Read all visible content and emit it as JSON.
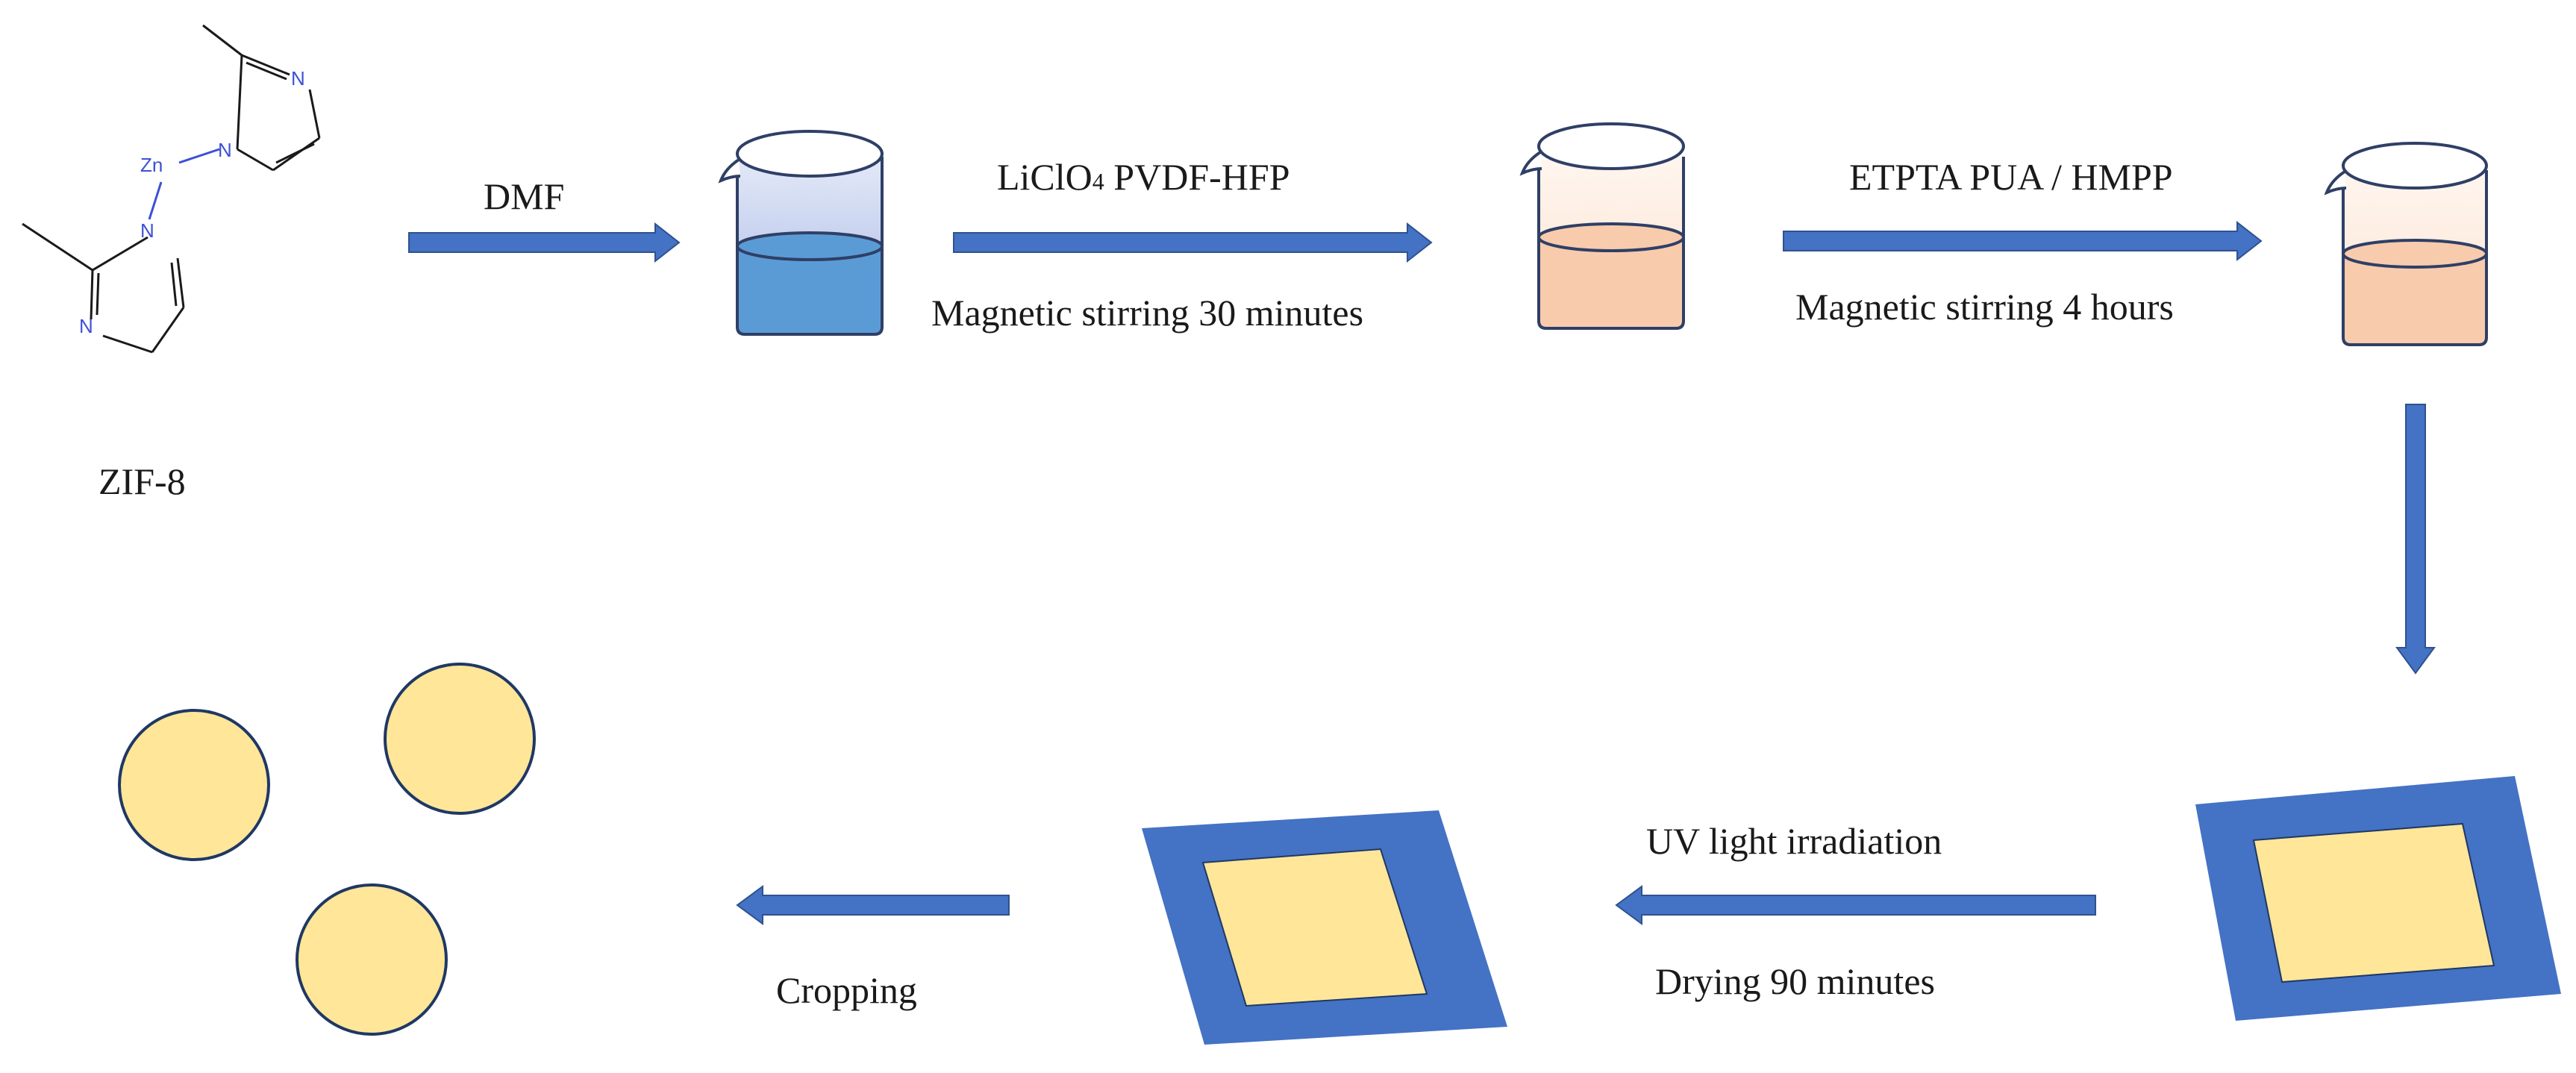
{
  "colors": {
    "arrow": "#4472c4",
    "arrow_edge": "#2f528f",
    "blue_liquid": "#5b9bd5",
    "blue_glass_top": "#c9d4ef",
    "orange_liquid": "#f8cbad",
    "orange_glass_top": "#fdeee4",
    "beaker_outline": "#2f3f66",
    "film_frame": "#4472c4",
    "film_inner": "#ffe699",
    "disc_fill": "#ffe699",
    "disc_edge": "#1f3864",
    "molecule_bond": "#1a1a1a",
    "molecule_nitrogen": "#3c50d6"
  },
  "molecule": {
    "name": "ZIF-8",
    "metal": "Zn",
    "nitrogen": "N"
  },
  "steps": {
    "s1": {
      "label": "DMF"
    },
    "s2": {
      "top": "LiClO",
      "top_sub": "4",
      "top_rest": " PVDF-HFP",
      "bottom": "Magnetic stirring 30 minutes"
    },
    "s3": {
      "top": "ETPTA PUA / HMPP",
      "bottom": "Magnetic stirring 4 hours"
    },
    "s5": {
      "top": "UV light irradiation",
      "bottom": "Drying 90 minutes"
    },
    "s6": {
      "label": "Cropping"
    }
  },
  "icons": {
    "beaker_1": "beaker-blue-icon",
    "beaker_2": "beaker-orange-icon",
    "beaker_3": "beaker-orange-icon",
    "film_1": "membrane-film-icon",
    "film_2": "membrane-film-icon",
    "discs": "electrolyte-disc-icon"
  }
}
